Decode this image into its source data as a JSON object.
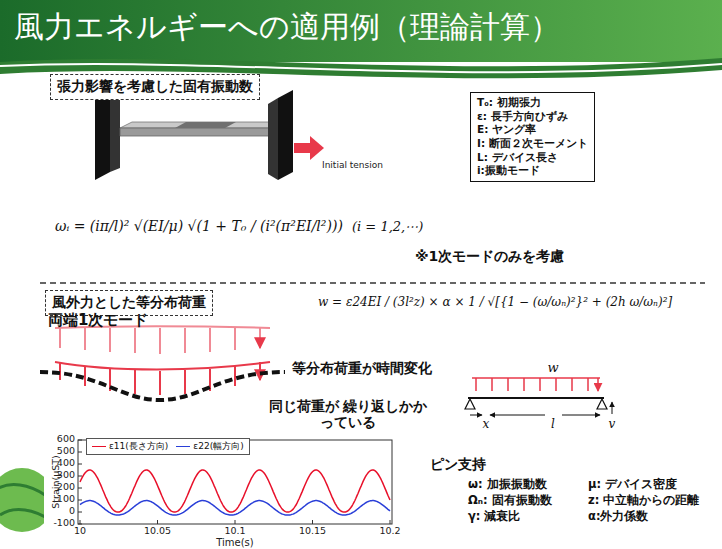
{
  "diagram": {
    "title": "風力エネルギーへの適用例（理論計算）",
    "nodes": [
      {
        "text": [
          "張力影響を考慮した固有振動数"
        ]
      },
      {
        "text": [
          "T₀: 初期張力",
          "ε: 長手方向ひずみ",
          "E: ヤング率",
          "I: 断面２次モーメント",
          "L: デバイス長さ",
          "i:振動モード"
        ]
      },
      {
        "text": [
          "風外力とした等分布荷重"
        ]
      }
    ],
    "labels": [
      "Initial tension",
      "ωᵢ = (iπ/l)² √(EI/μ) √(1 + T₀ / (i²(π²EI/l²)))",
      "(i = 1,2,⋯)",
      "※1次モードのみを考慮",
      "両端1次モード",
      "等分布荷重が時間変化",
      "同じ荷重が 繰り返しかかっている",
      "w = ε24EI / (3l²z) × α × 1 / √[{1 − (ω/ωₙ)²}² + (2h ω/ωₙ)²]",
      "w",
      "x",
      "l",
      "v",
      "ピン支持",
      "ω: 加振振動数",
      "μ: デバイス密度",
      "Ωₙ: 固有振動数",
      "z: 中立軸からの距離",
      "γ: 減衰比",
      "α:外力係数",
      "600",
      "500",
      "400",
      "300",
      "200",
      "100",
      "0",
      "-100",
      "Strain(μST)",
      "10",
      "10.05",
      "10.1",
      "10.15",
      "10.2",
      "Time(s)"
    ],
    "legend": [
      {
        "text": "ε11(長さ方向)"
      },
      {
        "text": "ε22(幅方向)"
      }
    ]
  }
}
